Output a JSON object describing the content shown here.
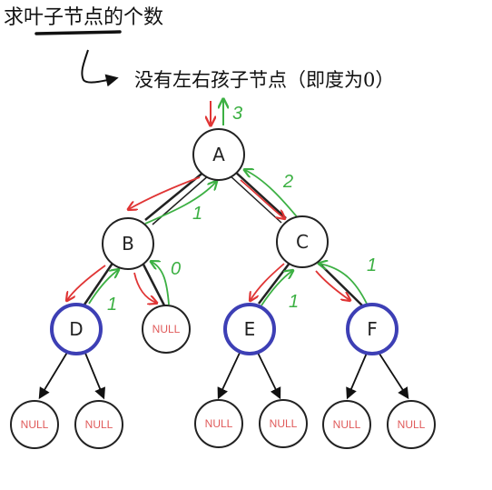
{
  "title": "求叶子节点的个数",
  "note": "没有左右孩子节点（即度为0）",
  "colors": {
    "ink": "#111111",
    "nodeStroke": "#222222",
    "leafRing": "#3d3fb5",
    "nullText": "#e05a5a",
    "arrowRed": "#e03535",
    "arrowGreen": "#3cb043"
  },
  "nodes": {
    "A": "A",
    "B": "B",
    "C": "C",
    "D": "D",
    "E": "E",
    "F": "F",
    "null": "NULL"
  },
  "counts": {
    "root": "3",
    "ba": "1",
    "ca": "2",
    "db": "1",
    "nullb": "0",
    "ec": "1",
    "fc": "1"
  }
}
